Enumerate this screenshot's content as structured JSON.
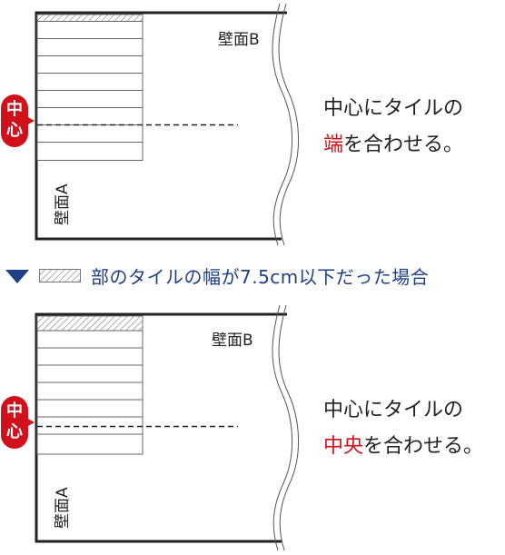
{
  "panel1": {
    "wall_b": "壁面B",
    "wall_a": "壁面A",
    "badge": [
      "中",
      "心"
    ],
    "caption_line1": "中心にタイルの",
    "caption_highlight": "端",
    "caption_rest": "を合わせる。"
  },
  "banner": {
    "text": "部のタイルの幅が7.5cm以下だった場合"
  },
  "panel2": {
    "wall_b": "壁面B",
    "wall_a": "壁面A",
    "badge": [
      "中",
      "心"
    ],
    "caption_line1": "中心にタイルの",
    "caption_highlight": "中央",
    "caption_rest": "を合わせる。"
  },
  "colors": {
    "accent_red": "#d0101b",
    "navy": "#1f3f86"
  }
}
